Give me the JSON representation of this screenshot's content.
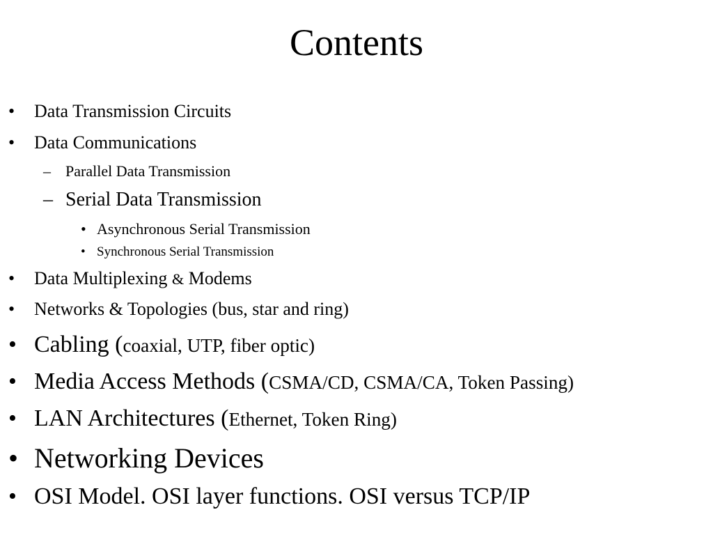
{
  "slide": {
    "title": "Contents",
    "items": [
      {
        "bullet": "•",
        "text": "Data Transmission Circuits"
      },
      {
        "bullet": "•",
        "text": "Data Communications"
      },
      {
        "bullet": "–",
        "text": "Parallel Data Transmission"
      },
      {
        "bullet": "–",
        "text": "Serial Data Transmission"
      },
      {
        "bullet": "•",
        "text": "Asynchronous Serial Transmission"
      },
      {
        "bullet": "•",
        "text": "Synchronous Serial Transmission"
      },
      {
        "bullet": "•",
        "text": "Data Multiplexing",
        "amp": "&",
        "rest": " Modems"
      },
      {
        "bullet": "•",
        "text": "Networks & Topologies",
        "detail": " (bus, star and ring)"
      },
      {
        "bullet": "•",
        "text": "Cabling (",
        "detail": "coaxial, UTP, fiber optic)"
      },
      {
        "bullet": "•",
        "text": "Media Access Methods (",
        "detail": "CSMA/CD, CSMA/CA, Token Passing)"
      },
      {
        "bullet": "•",
        "text": "LAN Architectures (",
        "detail": "Ethernet, Token Ring)"
      },
      {
        "bullet": "•",
        "text": "Networking Devices"
      },
      {
        "bullet": "•",
        "text": "OSI Model. OSI layer functions. OSI versus TCP/IP"
      }
    ]
  }
}
